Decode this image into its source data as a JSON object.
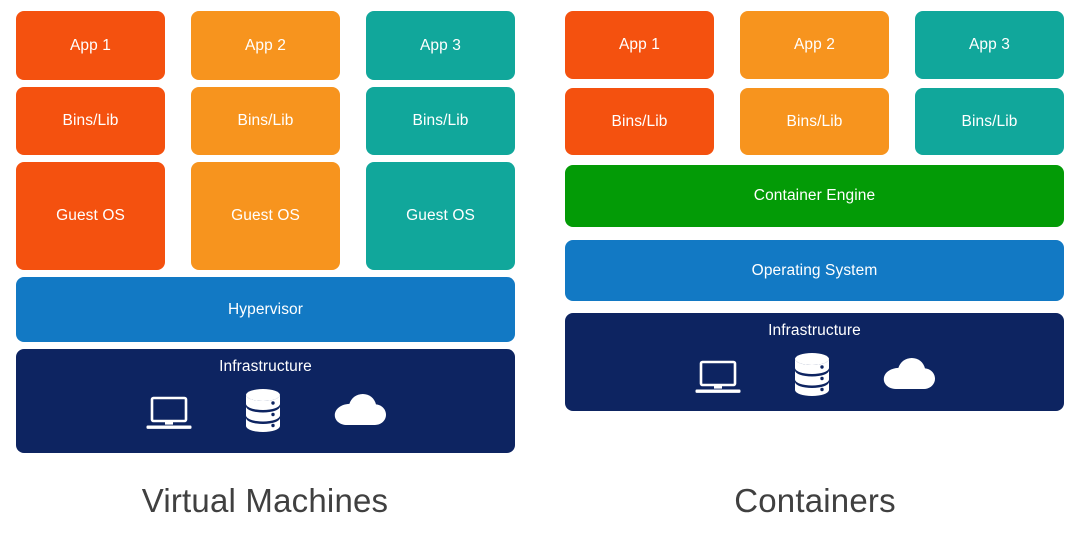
{
  "diagram": {
    "title_left": "Virtual Machines",
    "title_right": "Containers",
    "colors": {
      "app1": "#f4510f",
      "app2": "#f7941e",
      "app3": "#11a79b",
      "hypervisor": "#1279c4",
      "container_engine": "#039b06",
      "operating_system": "#1279c4",
      "infrastructure": "#0d2461",
      "caption_text": "#404040",
      "block_text": "#ffffff",
      "background": "#ffffff"
    }
  },
  "vm_panel": {
    "caption": "Virtual Machines",
    "columns": [
      {
        "app": "App 1",
        "bins": "Bins/Lib",
        "os": "Guest OS",
        "color": "#f4510f"
      },
      {
        "app": "App 2",
        "bins": "Bins/Lib",
        "os": "Guest OS",
        "color": "#f7941e"
      },
      {
        "app": "App 3",
        "bins": "Bins/Lib",
        "os": "Guest OS",
        "color": "#11a79b"
      }
    ],
    "hypervisor": "Hypervisor",
    "infrastructure": "Infrastructure",
    "infrastructure_icons": [
      "laptop-icon",
      "database-icon",
      "cloud-icon"
    ]
  },
  "container_panel": {
    "caption": "Containers",
    "columns": [
      {
        "app": "App 1",
        "bins": "Bins/Lib",
        "color": "#f4510f"
      },
      {
        "app": "App 2",
        "bins": "Bins/Lib",
        "color": "#f7941e"
      },
      {
        "app": "App 3",
        "bins": "Bins/Lib",
        "color": "#11a79b"
      }
    ],
    "container_engine": "Container Engine",
    "operating_system": "Operating System",
    "infrastructure": "Infrastructure",
    "infrastructure_icons": [
      "laptop-icon",
      "database-icon",
      "cloud-icon"
    ]
  }
}
